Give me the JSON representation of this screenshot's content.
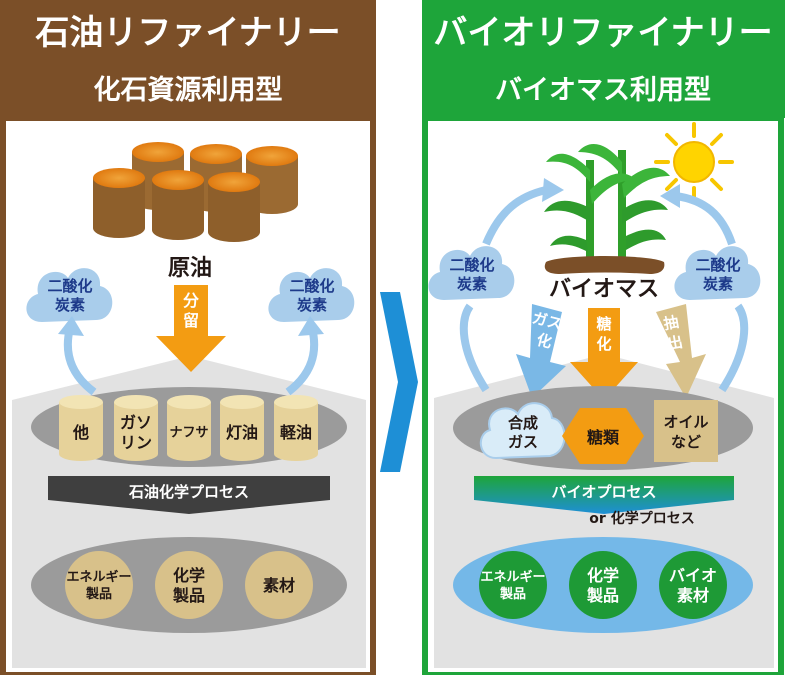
{
  "left": {
    "title": "石油リファイナリー",
    "subtitle": "化石資源利用型",
    "source": "原油",
    "step": "分留",
    "co2_left": [
      "二酸化",
      "炭素"
    ],
    "co2_right": [
      "二酸化",
      "炭素"
    ],
    "fractions": [
      {
        "lines": [
          "他"
        ]
      },
      {
        "lines": [
          "ガソ",
          "リン"
        ]
      },
      {
        "lines": [
          "ナフサ"
        ]
      },
      {
        "lines": [
          "灯油"
        ]
      },
      {
        "lines": [
          "軽油"
        ]
      }
    ],
    "process": "石油化学プロセス",
    "products": [
      {
        "lines": [
          "エネルギー",
          "製品"
        ]
      },
      {
        "lines": [
          "化学",
          "製品"
        ]
      },
      {
        "lines": [
          "素材"
        ]
      }
    ]
  },
  "right": {
    "title": "バイオリファイナリー",
    "subtitle": "バイオマス利用型",
    "source": "バイオマス",
    "co2_left": [
      "二酸化",
      "炭素"
    ],
    "co2_right": [
      "二酸化",
      "炭素"
    ],
    "steps": [
      {
        "lines": [
          "ガス",
          "化"
        ]
      },
      {
        "lines": [
          "糖",
          "化"
        ]
      },
      {
        "lines": [
          "抽",
          "出"
        ]
      }
    ],
    "intermediates": [
      {
        "lines": [
          "合成",
          "ガス"
        ]
      },
      {
        "lines": [
          "糖類"
        ]
      },
      {
        "lines": [
          "オイル",
          "など"
        ]
      }
    ],
    "process_line1": "バイオプロセス",
    "process_line2": "or 化学プロセス",
    "products": [
      {
        "lines": [
          "エネルギー",
          "製品"
        ]
      },
      {
        "lines": [
          "化学",
          "製品"
        ]
      },
      {
        "lines": [
          "バイオ",
          "素材"
        ]
      }
    ]
  },
  "colors": {
    "brown": "#7b4f28",
    "green": "#1ea53a",
    "orange": "#f39c12",
    "tan": "#d8c18a",
    "cloud": "#a9cdeb",
    "arrow_blue": "#1e8fd6",
    "gray": "#c6c6c6",
    "dark_gray": "#3f3f3f"
  }
}
